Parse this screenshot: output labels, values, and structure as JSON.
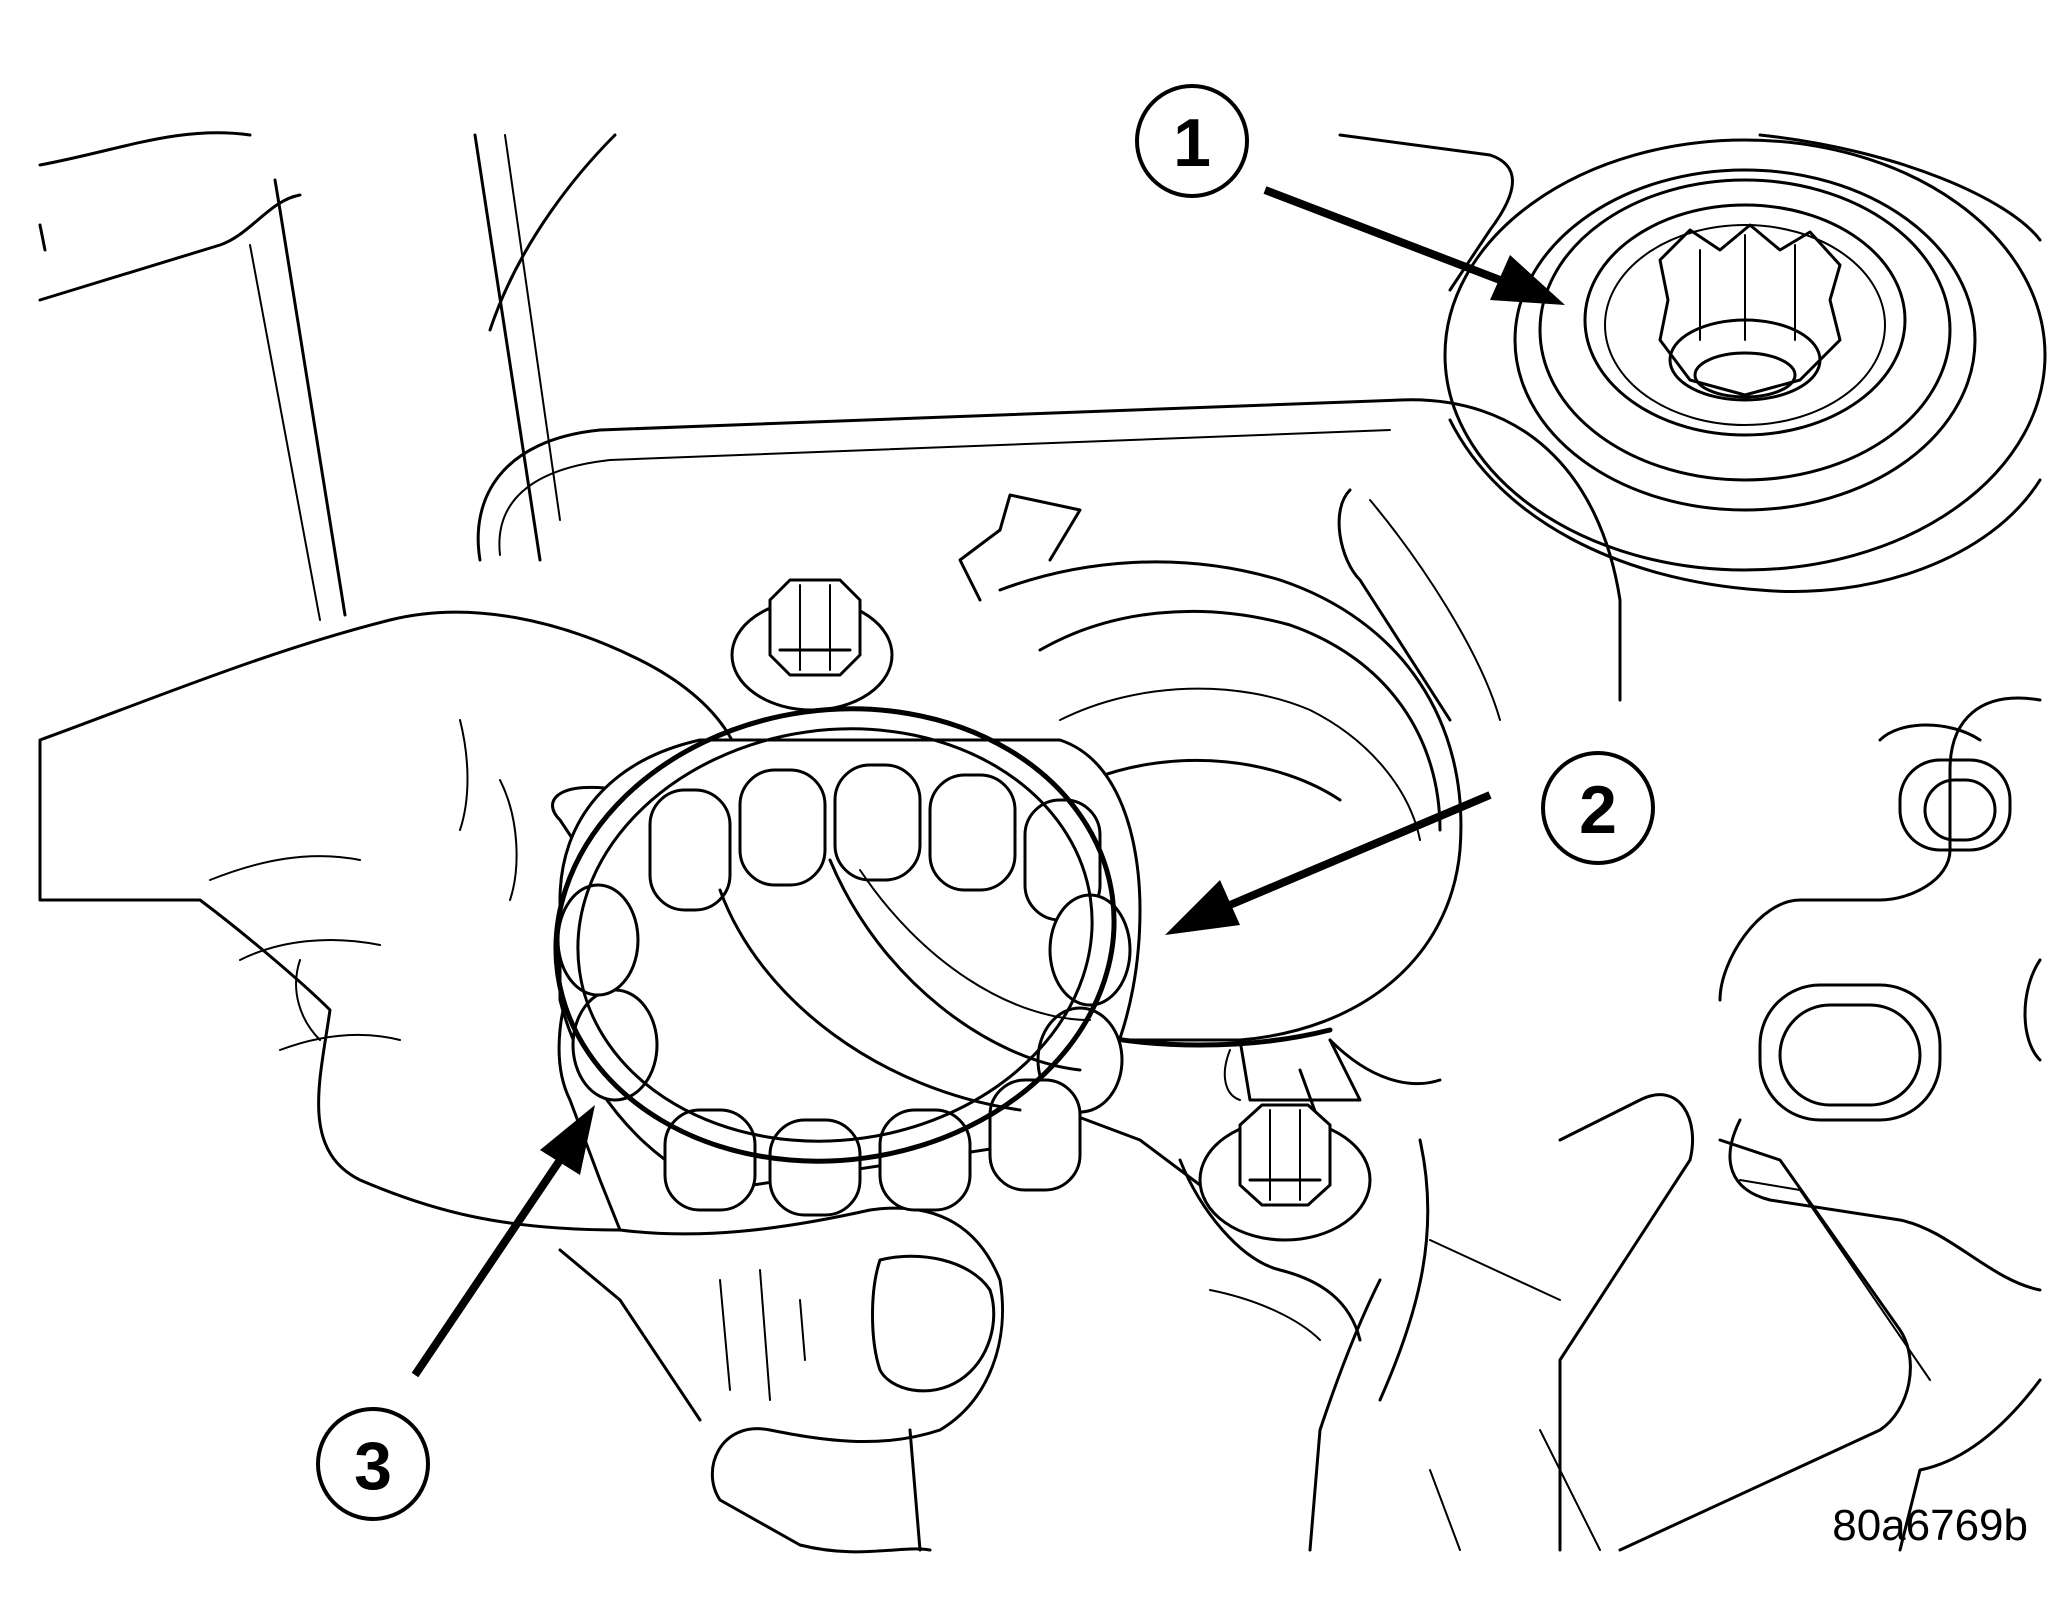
{
  "callouts": [
    {
      "id": "1",
      "label": "1"
    },
    {
      "id": "2",
      "label": "2"
    },
    {
      "id": "3",
      "label": "3"
    }
  ],
  "figure_code": "80a6769b",
  "colors": {
    "ink": "#000000",
    "paper": "#ffffff"
  }
}
